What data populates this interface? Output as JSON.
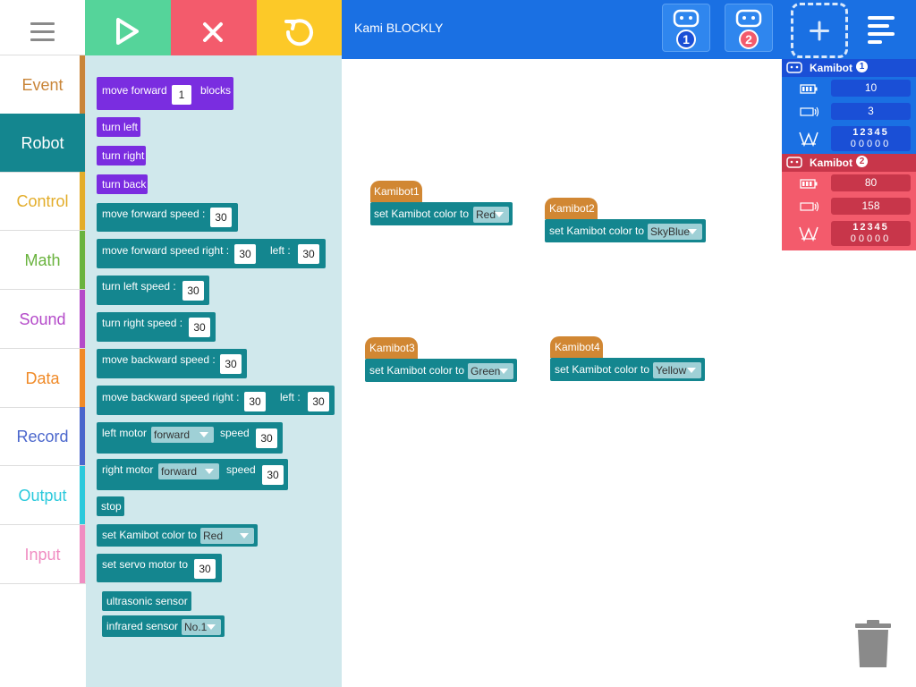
{
  "app_title": "Kami BLOCKLY",
  "categories": [
    {
      "label": "Event",
      "color": "#c98538"
    },
    {
      "label": "Robot",
      "color": "#14868f"
    },
    {
      "label": "Control",
      "color": "#e3ad2a"
    },
    {
      "label": "Math",
      "color": "#6ab33e"
    },
    {
      "label": "Sound",
      "color": "#b44ac9"
    },
    {
      "label": "Data",
      "color": "#f08a27"
    },
    {
      "label": "Record",
      "color": "#4a66cc"
    },
    {
      "label": "Output",
      "color": "#2bc9dc"
    },
    {
      "label": "Input",
      "color": "#f08dc2"
    }
  ],
  "header": {
    "robot_badges": [
      "1",
      "2"
    ]
  },
  "robot_panels": [
    {
      "name": "Kamibot",
      "badge": "1",
      "battery": "10",
      "signal": "3",
      "digits": "12345",
      "digit_values": "00000"
    },
    {
      "name": "Kamibot",
      "badge": "2",
      "battery": "80",
      "signal": "158",
      "digits": "12345",
      "digit_values": "00000"
    }
  ],
  "palette": {
    "move_forward": {
      "label": "move forward",
      "value": "1",
      "unit": "blocks"
    },
    "turn_left": "turn left",
    "turn_right": "turn right",
    "turn_back": "turn back",
    "move_forward_speed": {
      "label": "move forward speed :",
      "value": "30"
    },
    "move_forward_speed_rl": {
      "label": "move forward speed right :",
      "right": "30",
      "left_label": "left :",
      "left": "30"
    },
    "turn_left_speed": {
      "label": "turn left speed :",
      "value": "30"
    },
    "turn_right_speed": {
      "label": "turn right speed :",
      "value": "30"
    },
    "move_backward_speed": {
      "label": "move backward speed :",
      "value": "30"
    },
    "move_backward_speed_rl": {
      "label": "move backward speed right :",
      "right": "30",
      "left_label": "left :",
      "left": "30"
    },
    "left_motor": {
      "label": "left motor",
      "dir": "forward",
      "speed_label": "speed",
      "speed": "30"
    },
    "right_motor": {
      "label": "right motor",
      "dir": "forward",
      "speed_label": "speed",
      "speed": "30"
    },
    "stop": "stop",
    "set_color": {
      "label": "set Kamibot color to",
      "value": "Red"
    },
    "set_servo": {
      "label": "set servo motor to",
      "value": "30"
    },
    "ultrasonic": "ultrasonic sensor",
    "infrared": {
      "label": "infrared sensor",
      "value": "No.1"
    }
  },
  "workspace": [
    {
      "hat": "Kamibot1",
      "label": "set Kamibot color to",
      "value": "Red"
    },
    {
      "hat": "Kamibot2",
      "label": "set Kamibot color to",
      "value": "SkyBlue"
    },
    {
      "hat": "Kamibot3",
      "label": "set Kamibot color to",
      "value": "Green"
    },
    {
      "hat": "Kamibot4",
      "label": "set Kamibot color to",
      "value": "Yellow"
    }
  ],
  "colors": {
    "purple_block": "#7a2de0",
    "teal_block": "#14868f",
    "hat_block": "#d18733",
    "header_blue": "#1a70e3",
    "panel1": "#1a70e3",
    "panel2": "#f35b6c"
  }
}
